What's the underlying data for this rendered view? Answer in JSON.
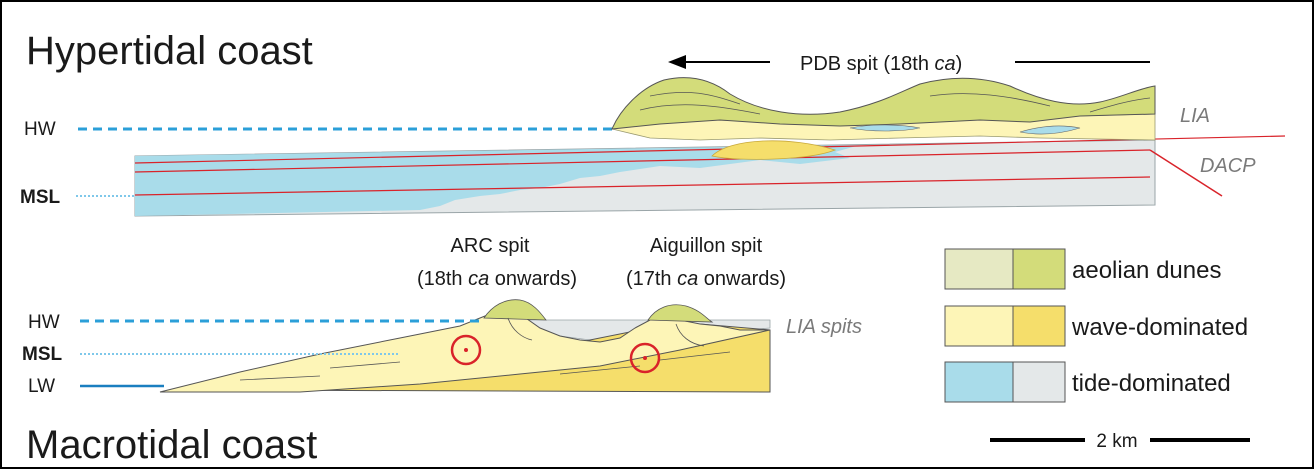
{
  "hypertidal": {
    "title": "Hypertidal coast",
    "hw_label": "HW",
    "msl_label": "MSL",
    "spit_label_main": "PDB spit (18th ",
    "spit_label_italic": "ca",
    "spit_label_end": ")",
    "lia_label": "LIA",
    "dacp_label": "DACP"
  },
  "macrotidal": {
    "title": "Macrotidal coast",
    "hw_label": "HW",
    "msl_label": "MSL",
    "lw_label": "LW",
    "arc_line1": "ARC spit",
    "arc_line2_pre": "(18th ",
    "arc_line2_italic": "ca",
    "arc_line2_post": " onwards)",
    "aig_line1": "Aiguillon spit",
    "aig_line2_pre": "(17th ",
    "aig_line2_italic": "ca",
    "aig_line2_post": " onwards)",
    "lia_spits_label": "LIA spits"
  },
  "legend": {
    "items": [
      {
        "label": "aeolian dunes",
        "color_light": "#e6e9c3",
        "color_dark": "#d3dc7a"
      },
      {
        "label": "wave-dominated",
        "color_light": "#fdf5b7",
        "color_dark": "#f5de6b"
      },
      {
        "label": "tide-dominated",
        "color_light": "#a9dcea",
        "color_dark": "#e4e8e9"
      }
    ]
  },
  "scale_bar": {
    "label": "2 km"
  },
  "colors": {
    "hw_line": "#2b9fd8",
    "msl_line": "#7fc8ea",
    "lw_line": "#1a7fc0",
    "red": "#d9232a",
    "tide_blue": "#a9dcea",
    "tide_grey": "#e4e8e9",
    "wave_light": "#fdf5b7",
    "wave_dark": "#f5de6b",
    "dune_light": "#e6e9c3",
    "dune_dark": "#d3dc7a"
  }
}
